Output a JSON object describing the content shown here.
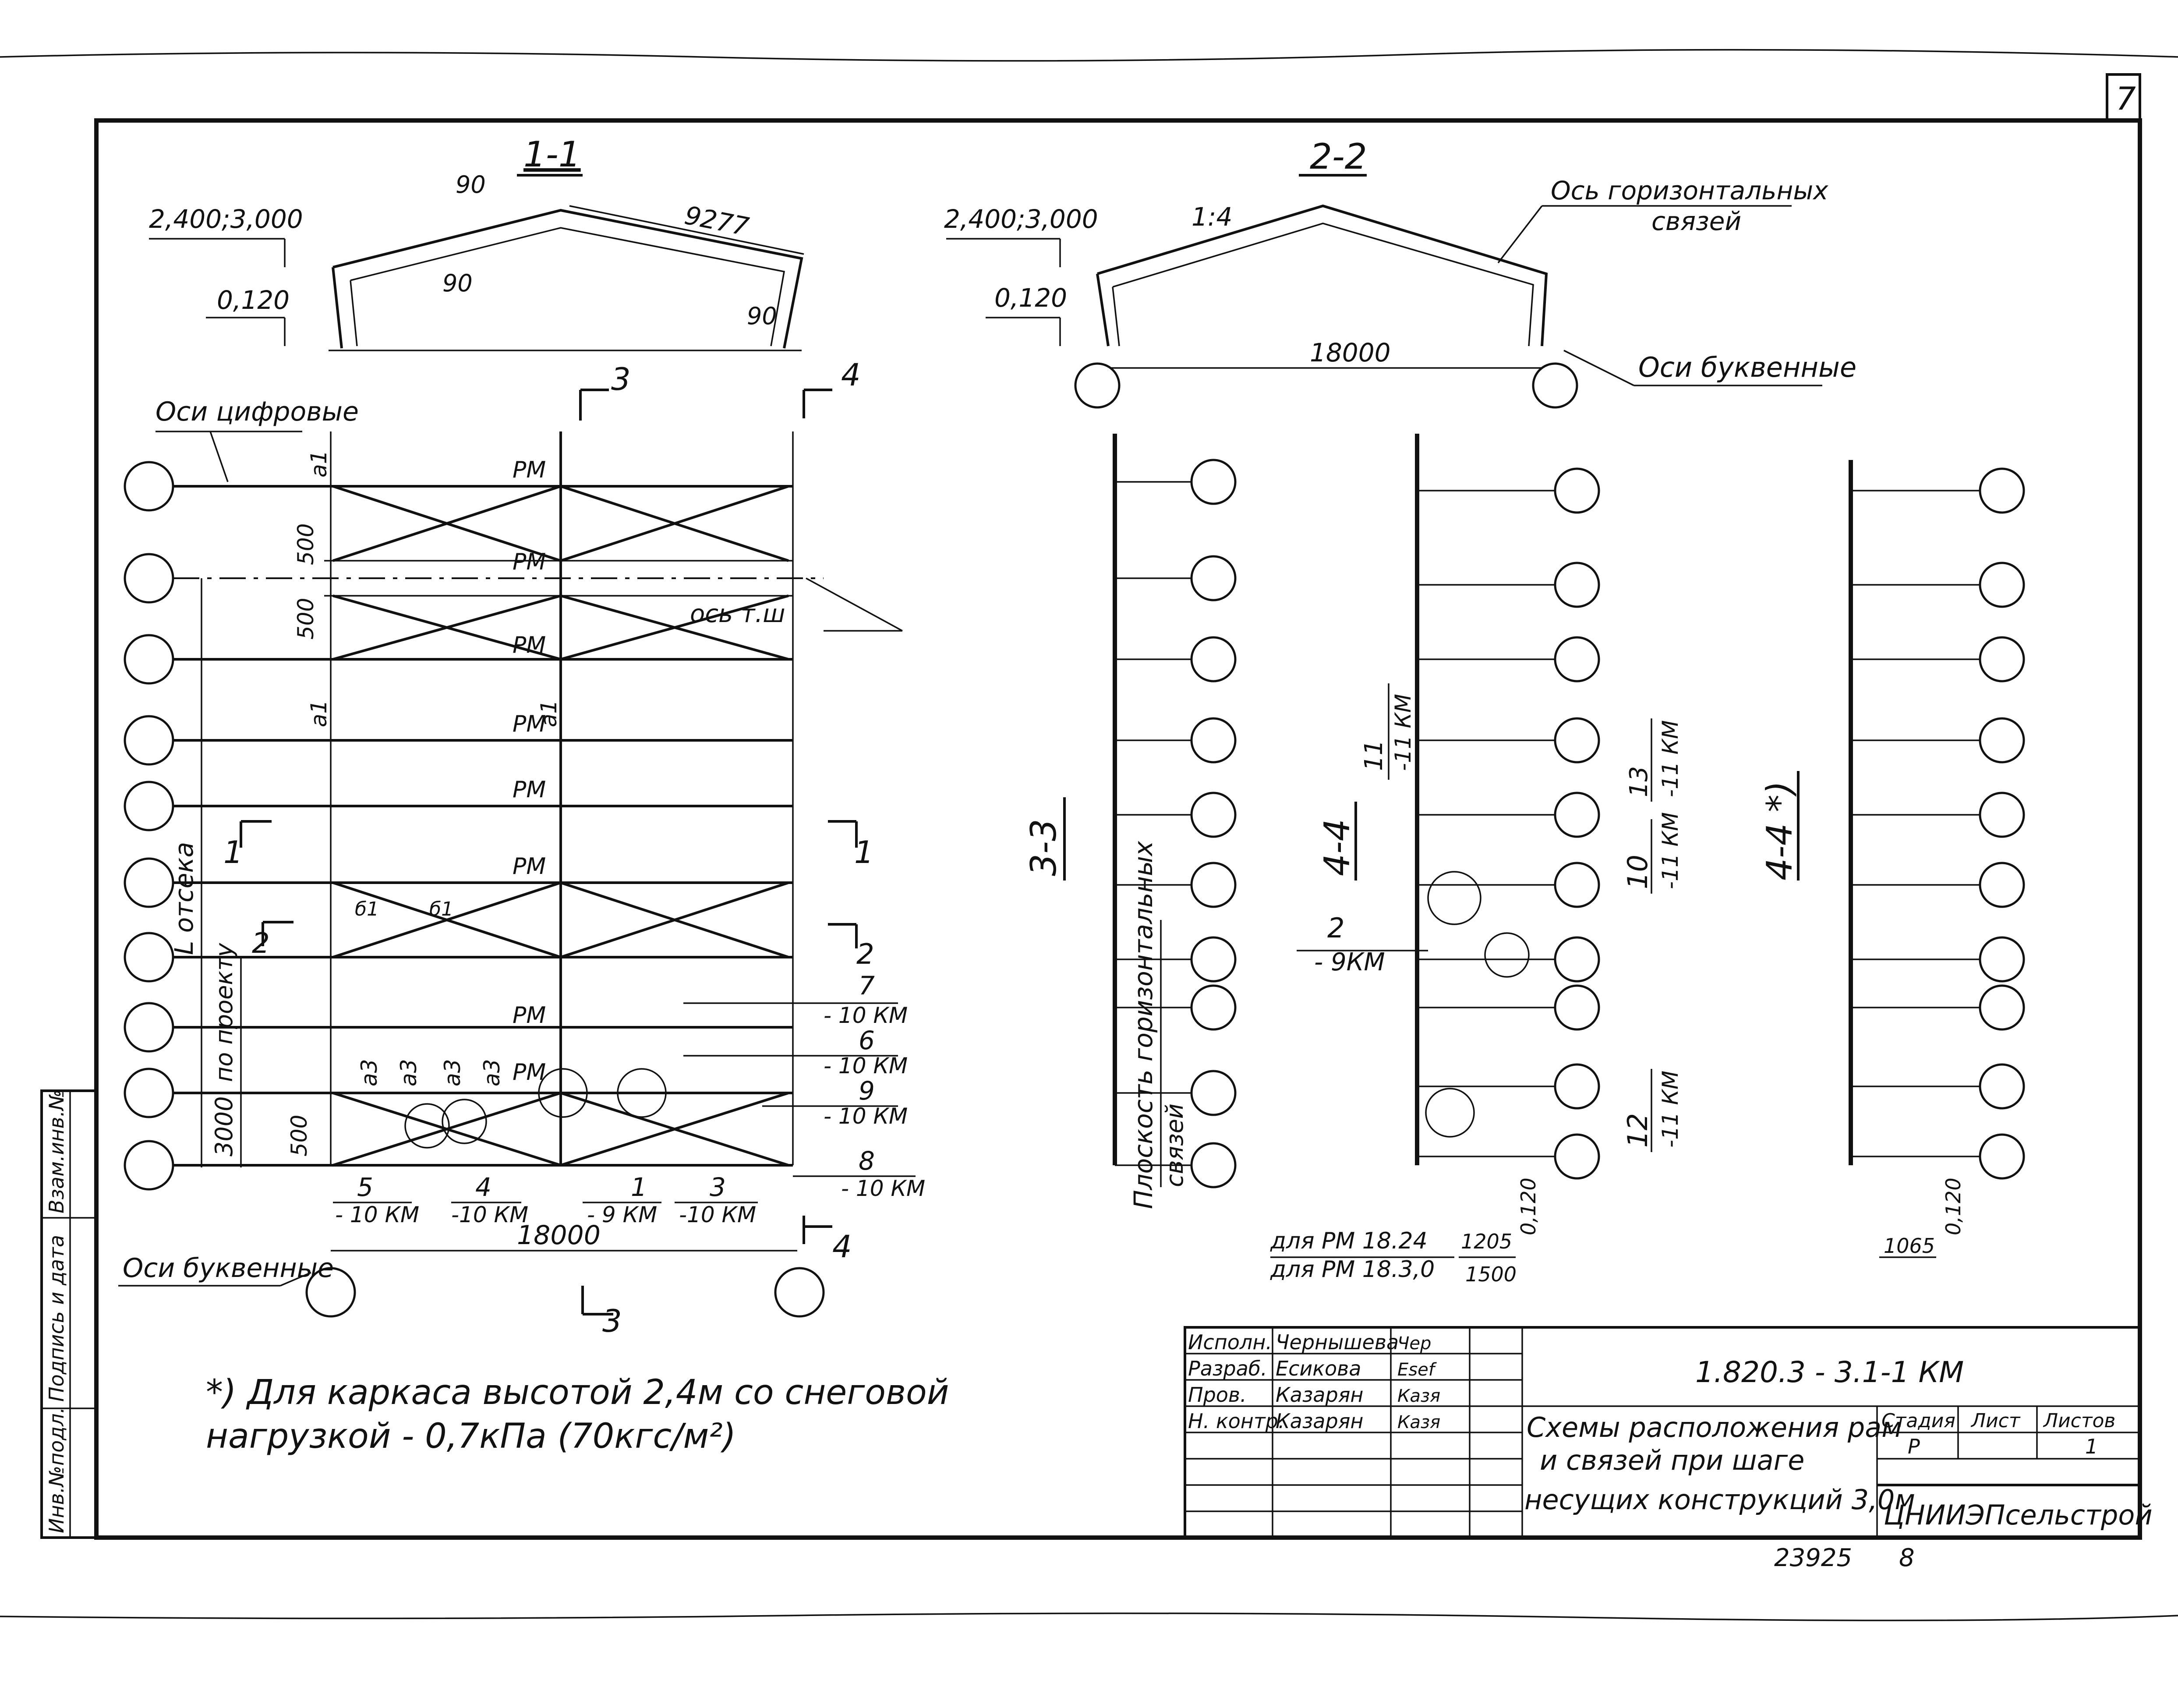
{
  "sheet": {
    "number": "7",
    "document_code": "1.820.3 - 3.1-1 КМ",
    "title_lines": [
      "Схемы расположения рам",
      "и связей при шаге",
      "несущих конструкций 3,0м"
    ],
    "organization": "ЦНИИЭПсельстрой",
    "inventory": "23925",
    "inventory_sheet": "8",
    "stage_header": "Стадия",
    "sheet_header": "Лист",
    "sheets_header": "Листов",
    "stage": "Р",
    "sheets_total": "1"
  },
  "sidebar": {
    "inv_label": "Инв.№подл.",
    "sign_label": "Подпись и дата",
    "replace_label": "Взам.инв.№"
  },
  "stamp": {
    "rows": [
      {
        "role": "Исполн.",
        "name": "Чернышева",
        "sign": "Чер"
      },
      {
        "role": "Разраб.",
        "name": "Есикова",
        "sign": "Esef"
      },
      {
        "role": "Пров.",
        "name": "Казарян",
        "sign": "Казя"
      },
      {
        "role": "Н. контр.",
        "name": "Казарян",
        "sign": "Казя"
      }
    ]
  },
  "section_1_1": {
    "title": "1-1",
    "elev_top": "2,400;3,000",
    "elev_low": "0,120",
    "dim_90a": "90",
    "dim_90b": "90",
    "dim_90c": "90",
    "dim_9277": "9277"
  },
  "section_2_2": {
    "title": "2-2",
    "elev_top": "2,400;3,000",
    "elev_low": "0,120",
    "slope": "1:4",
    "span": "18000",
    "note_horiz": "Ось горизонтальных",
    "note_horiz2": "связей",
    "note_letter": "Оси буквенные"
  },
  "plan": {
    "axes_digit": "Оси цифровые",
    "axes_letter": "Оси буквенные",
    "axis_ridge": "ось т.ш",
    "compartment": "L отсека",
    "per_project": "по проекту",
    "dim_3000": "3000",
    "dim_500a": "500",
    "dim_500b": "500",
    "dim_500c": "500",
    "span": "18000",
    "rm": "РМ",
    "a1": "а1",
    "a3": "а3",
    "b1": "б1",
    "cut1": "1",
    "cut2": "2",
    "cut3": "3",
    "cut4": "4",
    "nodes": [
      {
        "n": "5",
        "ref": "- 10 КМ"
      },
      {
        "n": "4",
        "ref": "-10 КМ"
      },
      {
        "n": "1",
        "ref": "- 9 КМ"
      },
      {
        "n": "3",
        "ref": "-10 КМ"
      },
      {
        "n": "7",
        "ref": "- 10 КМ"
      },
      {
        "n": "6",
        "ref": "- 10 КМ"
      },
      {
        "n": "9",
        "ref": "- 10 КМ"
      },
      {
        "n": "8",
        "ref": "- 10 КМ"
      }
    ]
  },
  "section_3_3": {
    "title": "3-3",
    "plane_note": "Плоскость горизонтальных",
    "plane_note2": "связей"
  },
  "section_4_4": {
    "title": "4-4",
    "node2": "2",
    "node2_ref": "- 9КМ",
    "node11": "11",
    "node11_ref": "-11 КМ",
    "node13": "13",
    "node13_ref": "-11 КМ",
    "node10": "10",
    "node10_ref": "-11 КМ",
    "node12": "12",
    "node12_ref": "-11 КМ",
    "dim_1205": "1205",
    "dim_1500": "1500",
    "dim_0120": "0,120",
    "for_rm24": "для РМ 18.24",
    "for_rm30": "для РМ 18.3,0"
  },
  "section_4_4_star": {
    "title": "4-4 *)",
    "dim_1065": "1065",
    "dim_0120": "0,120"
  },
  "footnote": {
    "line1": "*) Для каркаса высотой 2,4м со снеговой",
    "line2": "нагрузкой - 0,7кПа (70кгс/м²)"
  }
}
